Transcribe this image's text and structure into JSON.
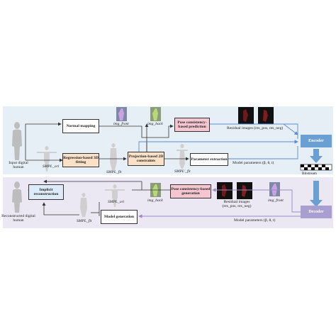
{
  "encoder_section": {
    "input_label": "Input digital human",
    "smpl_ori": "SMPL_ori",
    "smpl_fit": "SMPL_fit",
    "smpl_fit2": "SMPL'_fit",
    "normal_mapping": "Normal mapping",
    "regression_fitting": "Regression-based 3D fitting",
    "projection_constraints": "Projection-based 2D constraints",
    "parameter_extraction": "Parameter extraction",
    "pose_prediction": "Pose consistency-based prediction",
    "img_front": "img_front",
    "img_back": "img_back",
    "residual_images": "Residual images (res_pos, res_neg)",
    "model_parameters": "Model parameters (β, θ, t)",
    "encoder": "Encoder",
    "bitstream": "Bitstream"
  },
  "decoder_section": {
    "reconstructed_label": "Reconstructed digital human",
    "implicit_reconstruction": "Implicit reconstruction",
    "smpl_fit": "SMPL_fit",
    "smpl_ori": "SMPL_ori",
    "model_generation": "Model generation",
    "img_back": "img_back",
    "img_front": "img_front",
    "pose_generation": "Pose consistency-based generation",
    "residual_images": "Residual images (res_pos, res_neg)",
    "model_parameters": "Model parameters (β, θ, t)",
    "decoder": "Decoder"
  },
  "colors": {
    "encoder_band": "#e6eef6",
    "decoder_band": "#ece8f3",
    "pink_box": "#f6c6d0",
    "orange_box": "#fbe0c8",
    "blue_box": "#dcebf7",
    "encoder_block": "#6a9fd3",
    "decoder_block": "#a89fd0",
    "arrow_blue": "#5a8ed0",
    "arrow_purple": "#9c87c4"
  }
}
